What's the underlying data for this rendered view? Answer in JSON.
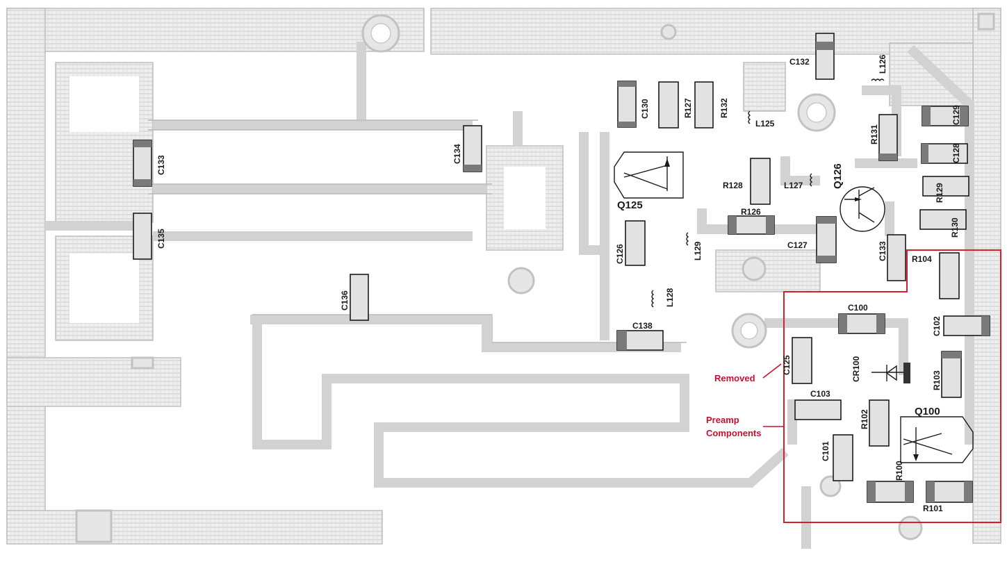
{
  "labels": {
    "q125": "Q125",
    "q126": "Q126",
    "q100": "Q100",
    "c100": "C100",
    "c101": "C101",
    "c102": "C102",
    "c103": "C103",
    "c125": "C125",
    "c126": "C126",
    "c127": "C127",
    "c128": "C128",
    "c129": "C129",
    "c130": "C130",
    "c132": "C132",
    "c133_left": "C133",
    "c133_right": "C133",
    "c134": "C134",
    "c135": "C135",
    "c136": "C136",
    "c138": "C138",
    "r100": "R100",
    "r101": "R101",
    "r102": "R102",
    "r103": "R103",
    "r104": "R104",
    "r126": "R126",
    "r127": "R127",
    "r128": "R128",
    "r129": "R129",
    "r130": "R130",
    "r131": "R131",
    "r132": "R132",
    "l125": "L125",
    "l126": "L126",
    "l127": "L127",
    "l128": "L128",
    "l129": "L129",
    "cr100": "CR100"
  },
  "annotations": {
    "removed": "Removed",
    "preamp_line1": "Preamp",
    "preamp_line2": "Components"
  },
  "colors": {
    "annotation": "#c8102e",
    "highlight_region": "#d6202a",
    "trace": "#d2d2d2",
    "component_outline": "#1a1a1a"
  }
}
